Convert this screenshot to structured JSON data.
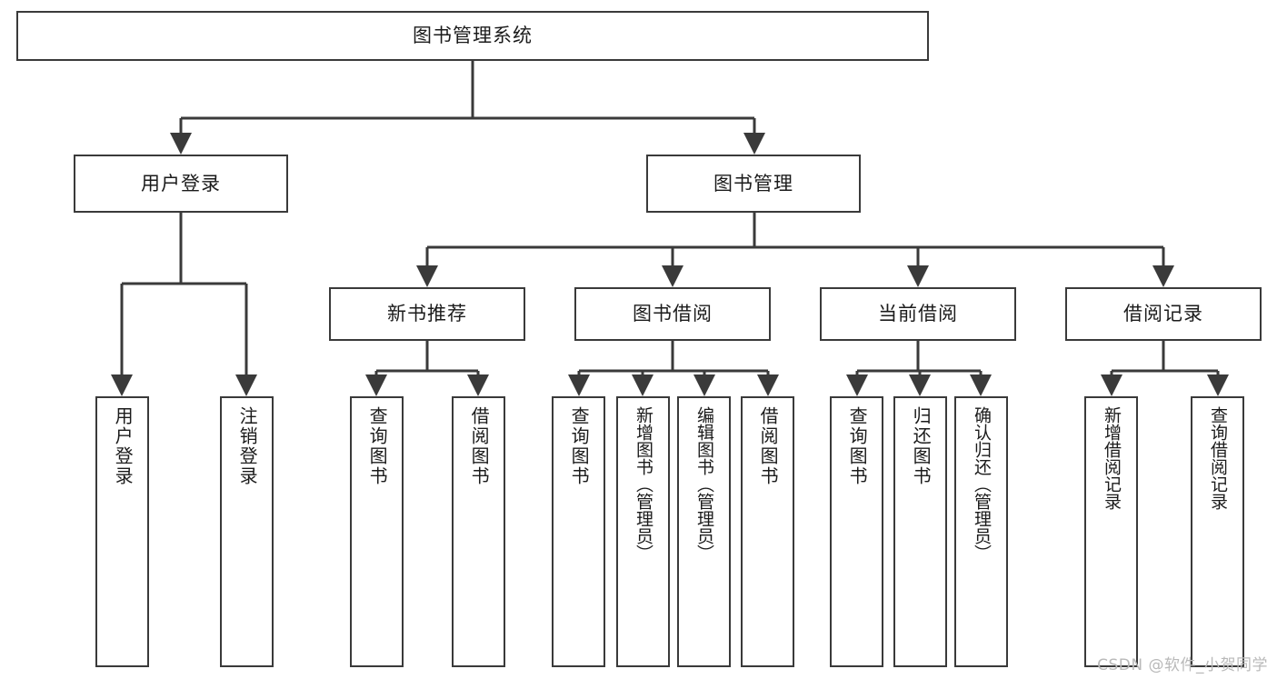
{
  "diagram": {
    "type": "tree",
    "title": "图书管理系统",
    "root": {
      "label": "图书管理系统"
    },
    "level2": [
      {
        "label": "用户登录"
      },
      {
        "label": "图书管理"
      }
    ],
    "level3": [
      {
        "label": "新书推荐"
      },
      {
        "label": "图书借阅"
      },
      {
        "label": "当前借阅"
      },
      {
        "label": "借阅记录"
      }
    ],
    "leaves": {
      "user_login": [
        {
          "label": "用户登录"
        },
        {
          "label": "注销登录"
        }
      ],
      "new_book_recommend": [
        {
          "label": "查询图书"
        },
        {
          "label": "借阅图书"
        }
      ],
      "book_borrow": [
        {
          "label": "查询图书"
        },
        {
          "label": "新增图书（管理员）"
        },
        {
          "label": "编辑图书（管理员）"
        },
        {
          "label": "借阅图书"
        }
      ],
      "current_borrow": [
        {
          "label": "查询图书"
        },
        {
          "label": "归还图书"
        },
        {
          "label": "确认归还（管理员）"
        }
      ],
      "borrow_record": [
        {
          "label": "新增借阅记录"
        },
        {
          "label": "查询借阅记录"
        }
      ]
    }
  },
  "watermark": {
    "text": "CSDN @软件_小贺同学"
  },
  "colors": {
    "box_border": "#3a3a3a",
    "line": "#3a3a3a",
    "text": "#1b1b1b",
    "background": "#ffffff",
    "watermark": "#b9b9b9"
  }
}
